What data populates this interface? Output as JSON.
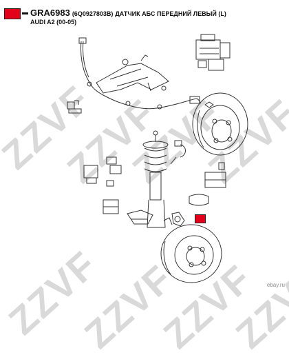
{
  "header": {
    "code": "GRA6983",
    "oem": "(6Q0927803B)",
    "description": "ДАТЧИК АБС ПЕРЕДНИЙ ЛЕВЫЙ (L)",
    "vehicle": "AUDI A2 (00-05)"
  },
  "watermark": {
    "brand": "ZZVF"
  },
  "footer": {
    "site": "ebay.ru"
  },
  "colors": {
    "accent": "#e3001b",
    "watermark": "#d9d9d9",
    "line": "#333333"
  }
}
